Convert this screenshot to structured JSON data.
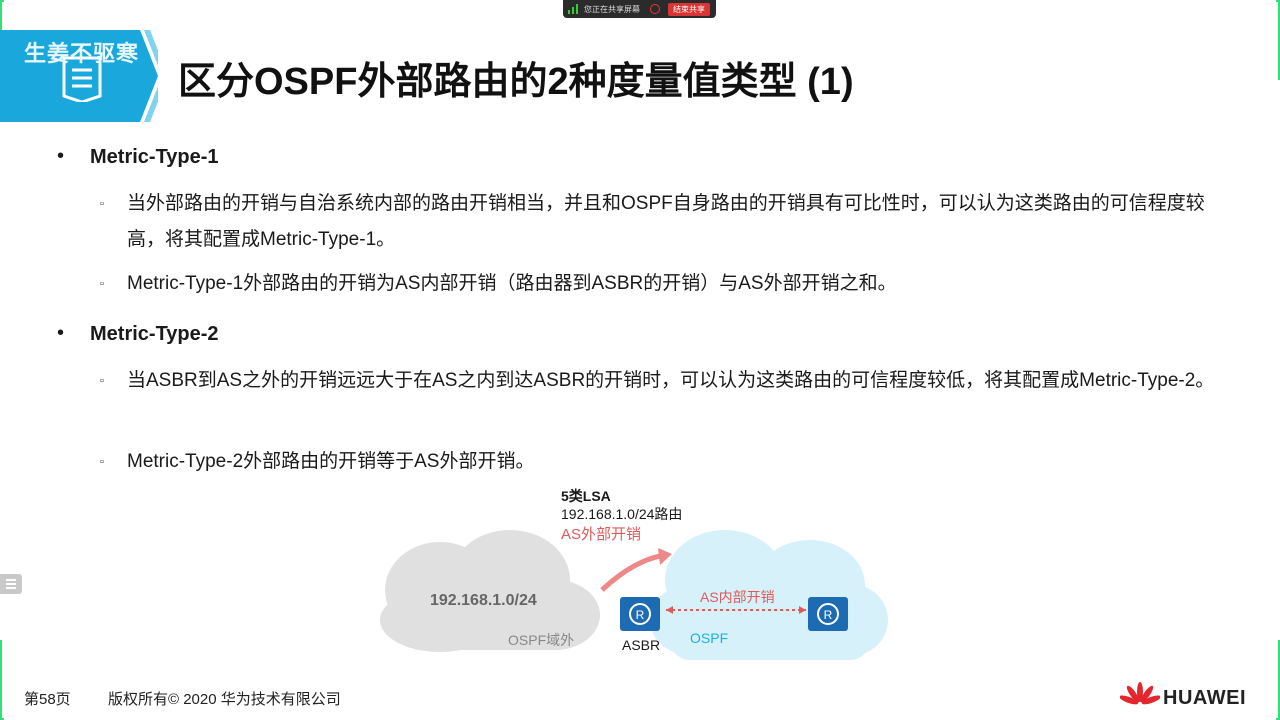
{
  "share_bar": {
    "status": "您正在共享屏幕",
    "stop_label": "结束共享"
  },
  "watermark": "生姜不驱寒",
  "slide": {
    "title": "区分OSPF外部路由的2种度量值类型 (1)",
    "sections": [
      {
        "heading": "Metric-Type-1",
        "items": [
          "当外部路由的开销与自治系统内部的路由开销相当，并且和OSPF自身路由的开销具有可比性时，可以认为这类路由的可信程度较高，将其配置成Metric-Type-1。",
          "Metric-Type-1外部路由的开销为AS内部开销（路由器到ASBR的开销）与AS外部开销之和。"
        ]
      },
      {
        "heading": "Metric-Type-2",
        "items": [
          "当ASBR到AS之外的开销远远大于在AS之内到达ASBR的开销时，可以认为这类路由的可信程度较低，将其配置成Metric-Type-2。",
          "Metric-Type-2外部路由的开销等于AS外部开销。"
        ]
      }
    ],
    "diagram": {
      "lsa_title": "5类LSA",
      "lsa_route": "192.168.1.0/24路由",
      "as_external_cost": "AS外部开销",
      "external_cloud_network": "192.168.1.0/24",
      "external_cloud_label": "OSPF域外",
      "as_internal_cost": "AS内部开销",
      "asbr_label": "ASBR",
      "ospf_label": "OSPF",
      "colors": {
        "external_cloud": "#e0e0e0",
        "ospf_cloud": "#d6f1fa",
        "router": "#1d6bb2",
        "cost": "#e05a5a",
        "ospf": "#1ab3e0"
      }
    }
  },
  "footer": {
    "page": "第58页",
    "copyright": "版权所有© 2020 华为技术有限公司",
    "brand": "HUAWEI"
  }
}
